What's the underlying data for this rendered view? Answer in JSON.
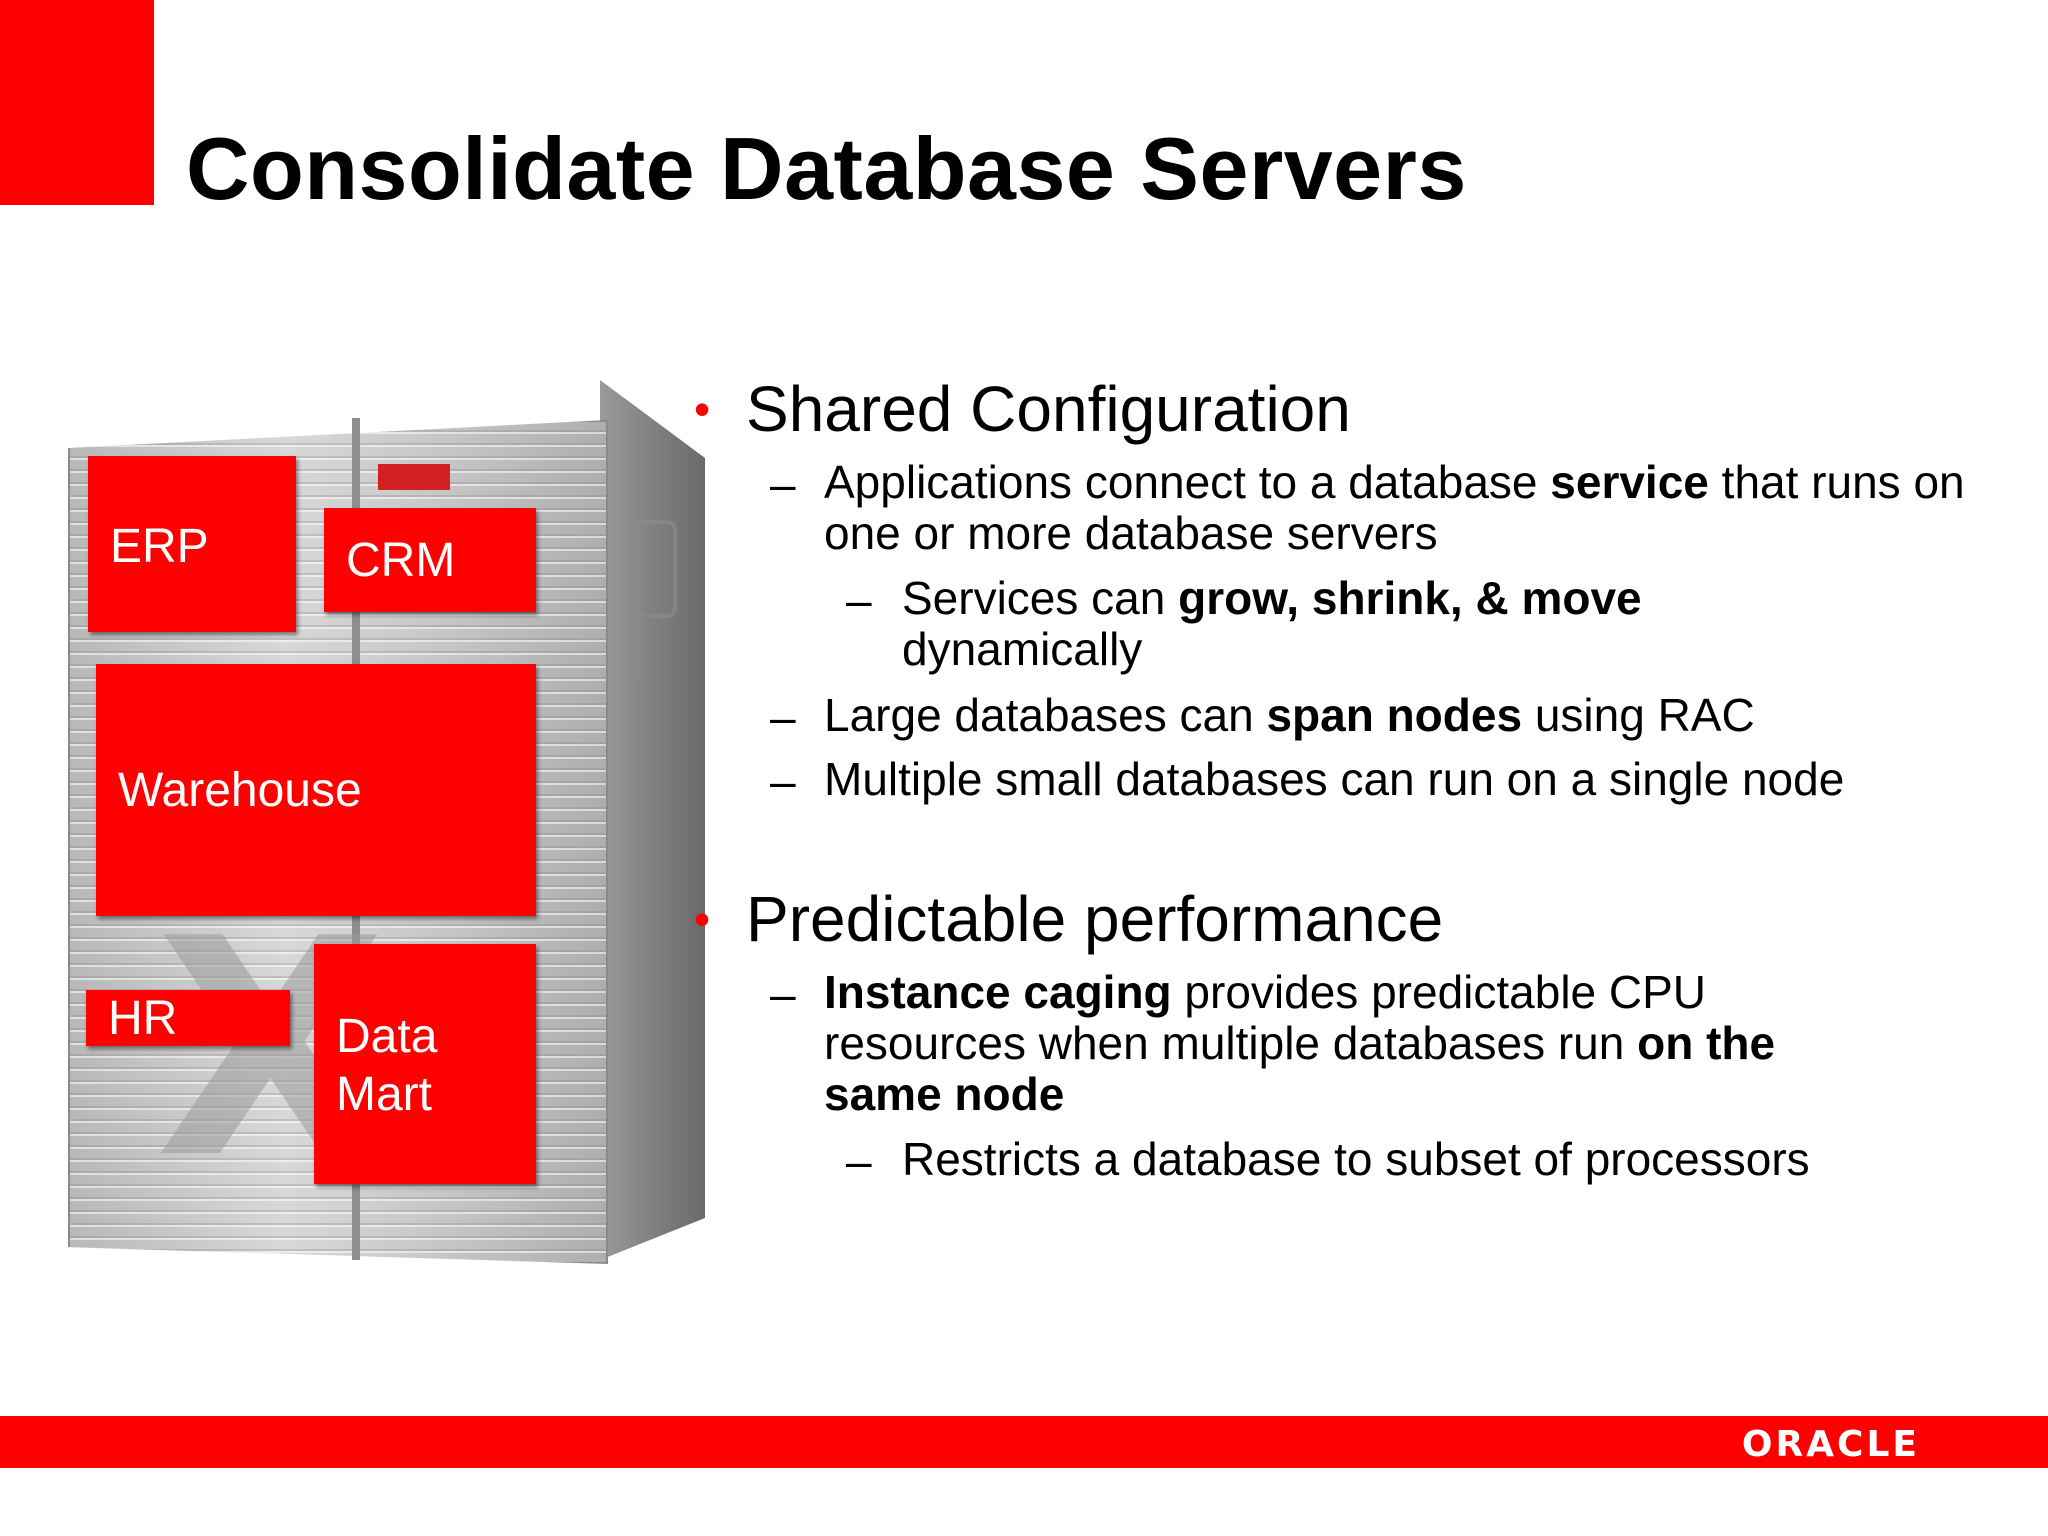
{
  "slide": {
    "title": "Consolidate Database Servers"
  },
  "rack_boxes": {
    "erp": "ERP",
    "crm": "CRM",
    "warehouse": "Warehouse",
    "hr": "HR",
    "data_mart": "Data\nMart"
  },
  "bullets": {
    "b1": {
      "heading": "Shared Configuration",
      "s1_pre": "Applications connect to a database ",
      "s1_bold": "service",
      "s1_post": " that runs on one or more database servers",
      "s1_sub_pre": "Services can ",
      "s1_sub_bold": "grow, shrink, & move",
      "s1_sub_post": " dynamically",
      "s2_pre": "Large databases can ",
      "s2_bold": "span nodes",
      "s2_post": " using RAC",
      "s3": "Multiple small databases can run on a single node"
    },
    "b2": {
      "heading": "Predictable performance",
      "s1_bold": "Instance caging",
      "s1_mid": " provides predictable CPU resources when multiple databases run ",
      "s1_bold2": "on the same node",
      "s1_sub": "Restricts a database to subset of processors"
    },
    "bullet_glyph": "•",
    "dash_glyph": "–"
  },
  "footer": {
    "logo": "ORACLE"
  },
  "colors": {
    "accent": "#ff0000",
    "text": "#000000"
  }
}
